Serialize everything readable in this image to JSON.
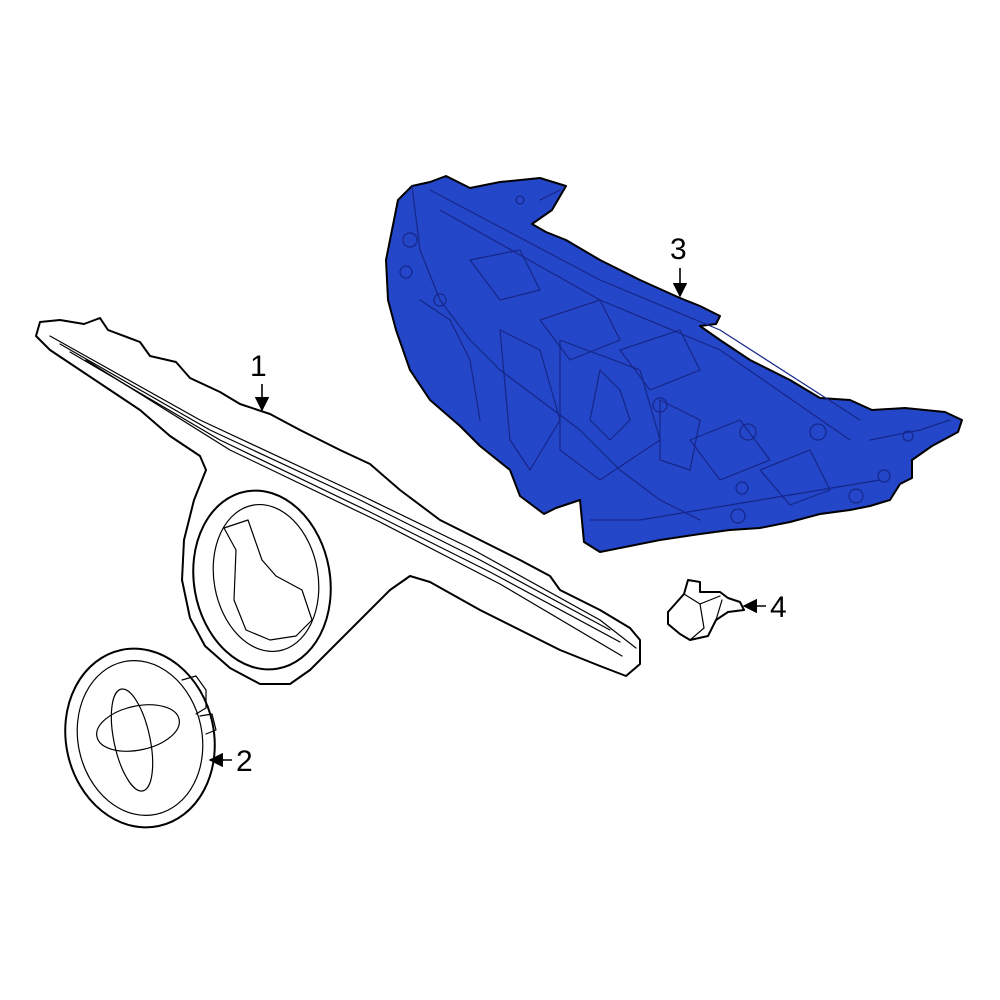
{
  "callouts": [
    {
      "id": "1",
      "label": "1",
      "part": "grille"
    },
    {
      "id": "2",
      "label": "2",
      "part": "emblem"
    },
    {
      "id": "3",
      "label": "3",
      "part": "grille-support-bracket"
    },
    {
      "id": "4",
      "label": "4",
      "part": "retainer-clip"
    }
  ],
  "colors": {
    "highlight": "#2446c8",
    "highlight_detail": "#16278a",
    "line": "#000000",
    "background": "#ffffff"
  }
}
